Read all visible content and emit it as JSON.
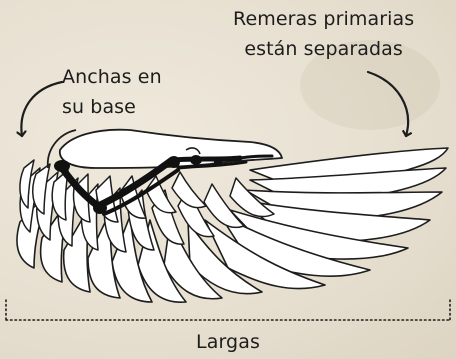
{
  "annotations": {
    "left_line1": "Anchas en",
    "left_line2": "su base",
    "right_line1": "Remeras primarias",
    "right_line2": "están separadas",
    "bottom": "Largas"
  },
  "colors": {
    "background": "#e9e3d6",
    "ink": "#1d1d1d",
    "feather_fill": "#ffffff"
  }
}
